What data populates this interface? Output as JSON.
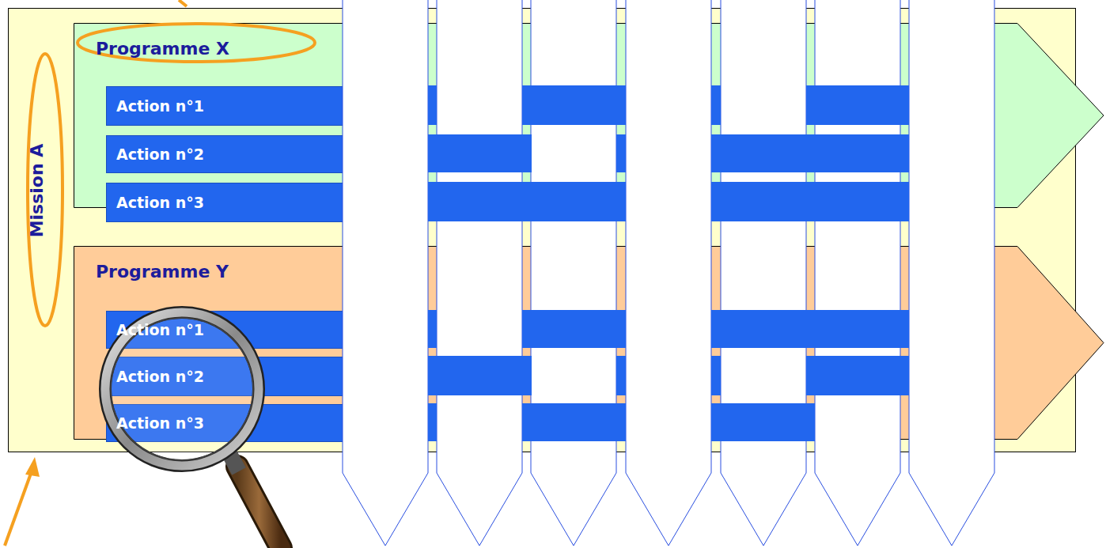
{
  "diagram": {
    "nodes": [
      {
        "text": [
          "Mission A"
        ]
      },
      {
        "text": [
          "Programme X"
        ],
        "in": 0
      },
      {
        "text": [
          "Action n°1"
        ],
        "in": 1
      },
      {
        "text": [
          "Action n°2"
        ],
        "in": 1
      },
      {
        "text": [
          "Action n°3"
        ],
        "in": 1
      },
      {
        "text": [
          "Programme Y"
        ],
        "in": 0
      },
      {
        "text": [
          "Action n°1"
        ],
        "in": 5
      },
      {
        "text": [
          "Action n°2"
        ],
        "in": 5
      },
      {
        "text": [
          "Action n°3"
        ],
        "in": 5
      }
    ]
  }
}
